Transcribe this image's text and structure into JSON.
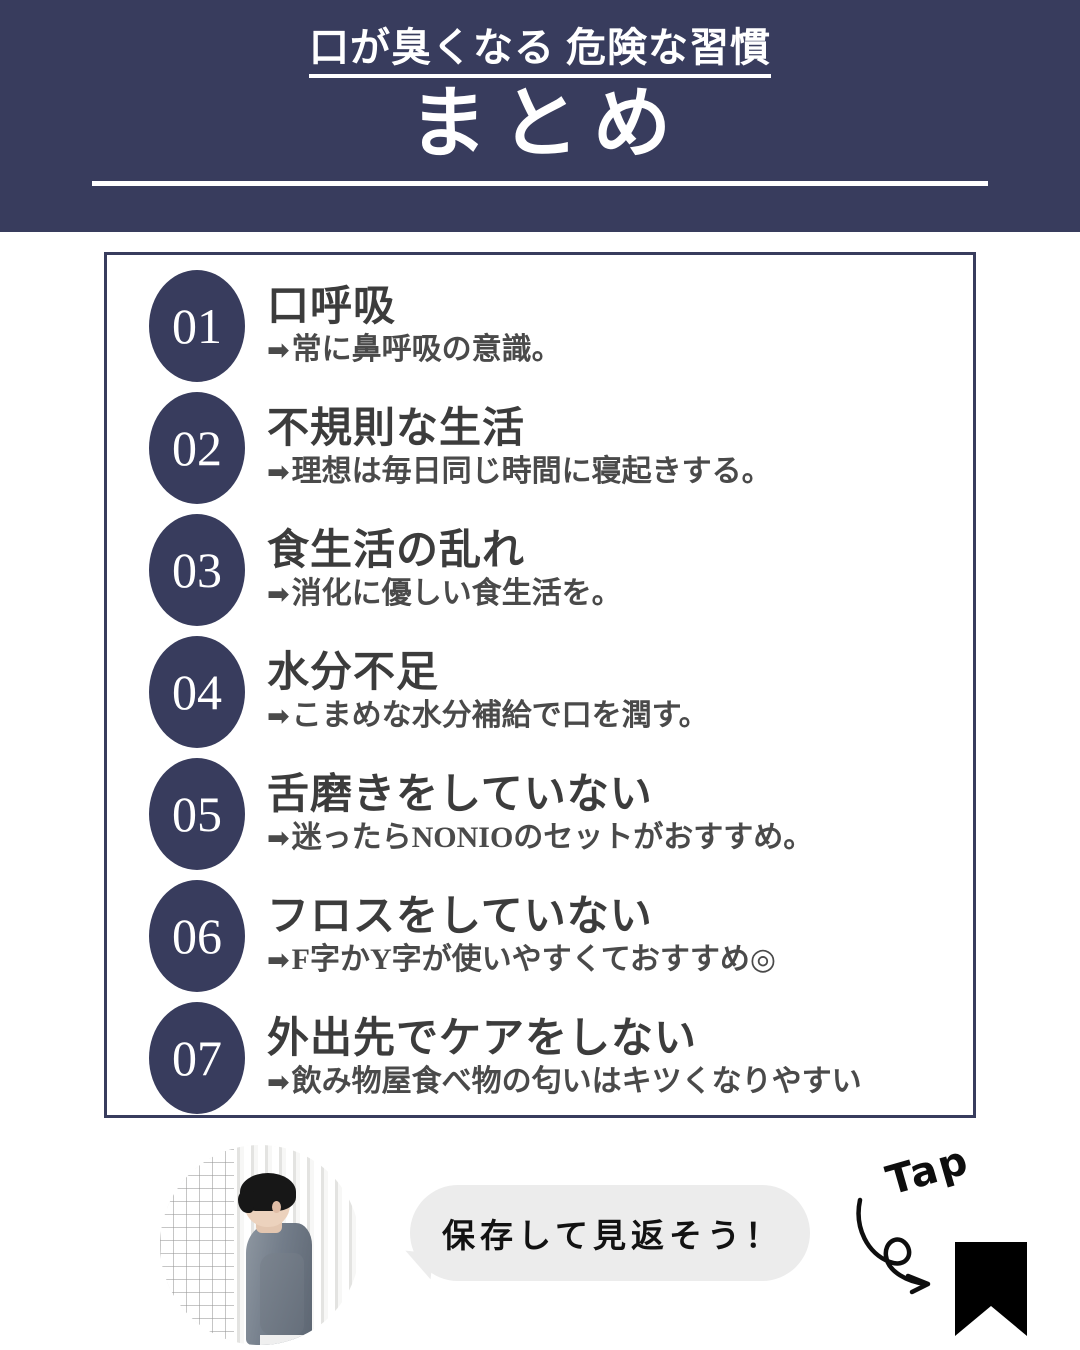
{
  "theme": {
    "navy": "#383c5d",
    "white": "#ffffff",
    "text_dark": "#3c3c3c",
    "text_sub": "#4a4a4a",
    "bubble_bg": "#ececec"
  },
  "header": {
    "kicker": "口が臭くなる 危険な習慣",
    "title": "まとめ"
  },
  "list": {
    "items": [
      {
        "number": "01",
        "title": "口呼吸",
        "arrow": "➡",
        "sub": "常に鼻呼吸の意識。"
      },
      {
        "number": "02",
        "title": "不規則な生活",
        "arrow": "➡",
        "sub": "理想は毎日同じ時間に寝起きする。"
      },
      {
        "number": "03",
        "title": "食生活の乱れ",
        "arrow": "➡",
        "sub": "消化に優しい食生活を。"
      },
      {
        "number": "04",
        "title": "水分不足",
        "arrow": "➡",
        "sub": "こまめな水分補給で口を潤す。"
      },
      {
        "number": "05",
        "title": "舌磨きをしていない",
        "arrow": "➡",
        "sub": "迷ったらNONIOのセットがおすすめ。"
      },
      {
        "number": "06",
        "title": "フロスをしていない",
        "arrow": "➡",
        "sub": "F字かY字が使いやすくておすすめ◎"
      },
      {
        "number": "07",
        "title": "外出先でケアをしない",
        "arrow": "➡",
        "sub": "飲み物屋食べ物の匂いはキツくなりやすい"
      }
    ]
  },
  "footer": {
    "avatar_alt": "profile-photo",
    "bubble_text": "保存して見返そう！",
    "tap_label": "Tap",
    "bookmark_icon": "bookmark-icon",
    "arrow_icon": "curved-arrow-icon"
  }
}
